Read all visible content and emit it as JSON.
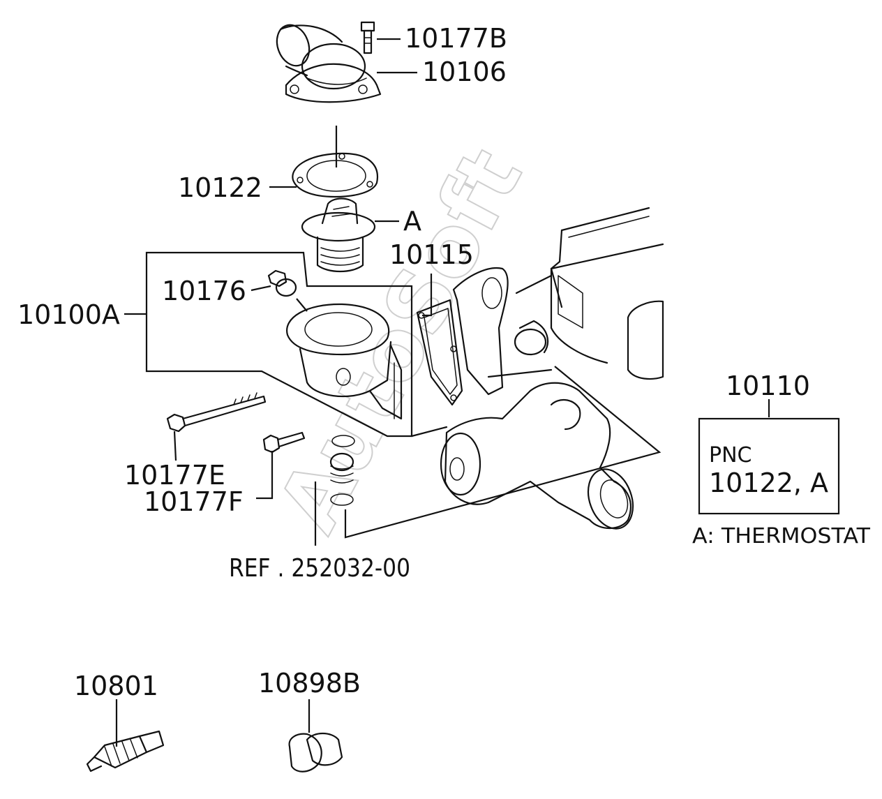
{
  "watermark": "AutoSoft",
  "callouts": {
    "p10177B": "10177B",
    "p10106": "10106",
    "p10122": "10122",
    "pA": "A",
    "p10115": "10115",
    "p10176": "10176",
    "p10100A": "10100A",
    "p10110": "10110",
    "p10177E": "10177E",
    "p10177F": "10177F",
    "ref": "REF . 252032-00",
    "p10801": "10801",
    "p10898B": "10898B"
  },
  "pnc_box": {
    "header": "PNC",
    "value": "10122, A"
  },
  "legend": "A: THERMOSTAT"
}
